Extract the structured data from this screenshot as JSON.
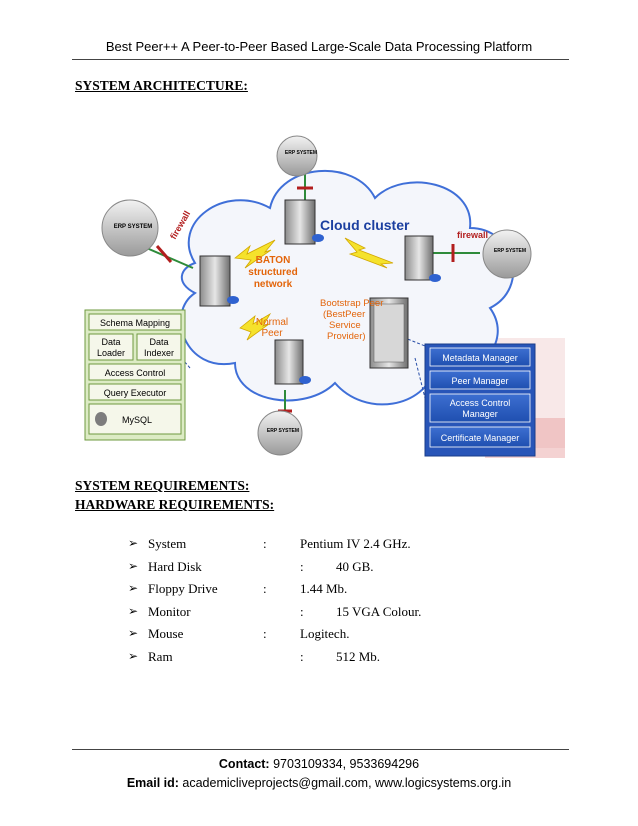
{
  "header": {
    "title": "Best Peer++ A Peer-to-Peer Based Large-Scale Data Processing Platform"
  },
  "sections": {
    "architecture": "SYSTEM ARCHITECTURE:",
    "requirements": "SYSTEM REQUIREMENTS:",
    "hardware": "HARDWARE REQUIREMENTS:"
  },
  "diagram": {
    "cloud_label": "Cloud cluster",
    "erp_label": "ERP SYSTEM",
    "firewall_label": "firewall",
    "baton_label": [
      "BATON",
      "structured",
      "network"
    ],
    "normal_peer_label": [
      "Normal",
      "Peer"
    ],
    "bootstrap_label": [
      "Bootstrap Peer",
      "(BestPeer",
      "Service",
      "Provider)"
    ],
    "left_stack": {
      "schema_mapping": "Schema Mapping",
      "data_loader": [
        "Data",
        "Loader"
      ],
      "data_indexer": [
        "Data",
        "Indexer"
      ],
      "access_control": "Access Control",
      "query_executor": "Query Executor",
      "mysql": "MySQL"
    },
    "right_stack": {
      "metadata_manager": "Metadata Manager",
      "peer_manager": "Peer Manager",
      "access_control_manager": [
        "Access Control",
        "Manager"
      ],
      "certificate_manager": "Certificate Manager"
    }
  },
  "hardware_requirements": [
    {
      "bullet": "➢",
      "name": "System",
      "colon": ":",
      "value": "Pentium  IV 2.4 GHz."
    },
    {
      "bullet": "➢",
      "name": "Hard Disk",
      "colon": ":",
      "value": "40 GB."
    },
    {
      "bullet": "➢",
      "name": "Floppy Drive",
      "colon": ":",
      "value": "1.44 Mb."
    },
    {
      "bullet": "➢",
      "name": "Monitor",
      "colon": ":",
      "value": "15 VGA Colour."
    },
    {
      "bullet": "➢",
      "name": "Mouse",
      "colon": ":",
      "value": "Logitech."
    },
    {
      "bullet": "➢",
      "name": "Ram",
      "colon": ":",
      "value": "512 Mb."
    }
  ],
  "footer": {
    "contact_label": "Contact:",
    "contact_value": " 9703109334, 9533694296",
    "email_label": "Email id:",
    "email_value": " academicliveprojects@gmail.com, www.logicsystems.org.in"
  }
}
